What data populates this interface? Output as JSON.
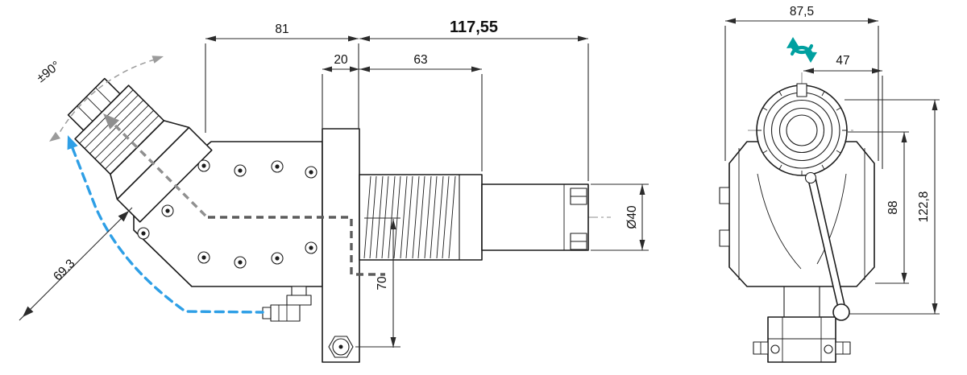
{
  "side_view": {
    "angle_range": "±90°",
    "dim_head_offset": "81",
    "dim_total_length": "117,55",
    "dim_flange_width": "20",
    "dim_thread_length": "63",
    "dim_head_length": "69.3",
    "dim_center_to_base": "70",
    "dim_shank_diameter": "Ø40"
  },
  "front_view": {
    "dim_body_width": "87,5",
    "dim_center_offset": "47",
    "dim_body_height": "88",
    "dim_total_height": "122,8"
  },
  "icons": {
    "rotation": "spindle-rotation-arrows"
  },
  "colors": {
    "outline": "#1c1c1c",
    "dimension": "#2b2b2b",
    "coolant_line": "#2e9fe6",
    "rotation_icon": "#00a0a0",
    "axis_gray": "#8f8f8f"
  }
}
